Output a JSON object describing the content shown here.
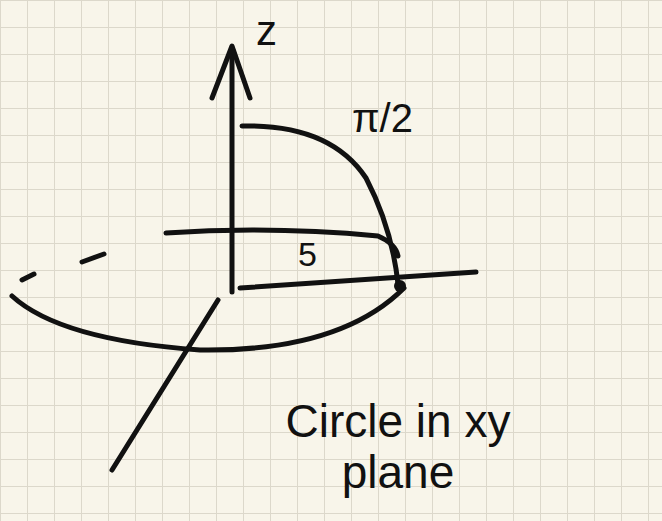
{
  "diagram": {
    "labels": [
      "z",
      "π/2",
      "5",
      "Circle in xy plane"
    ]
  }
}
